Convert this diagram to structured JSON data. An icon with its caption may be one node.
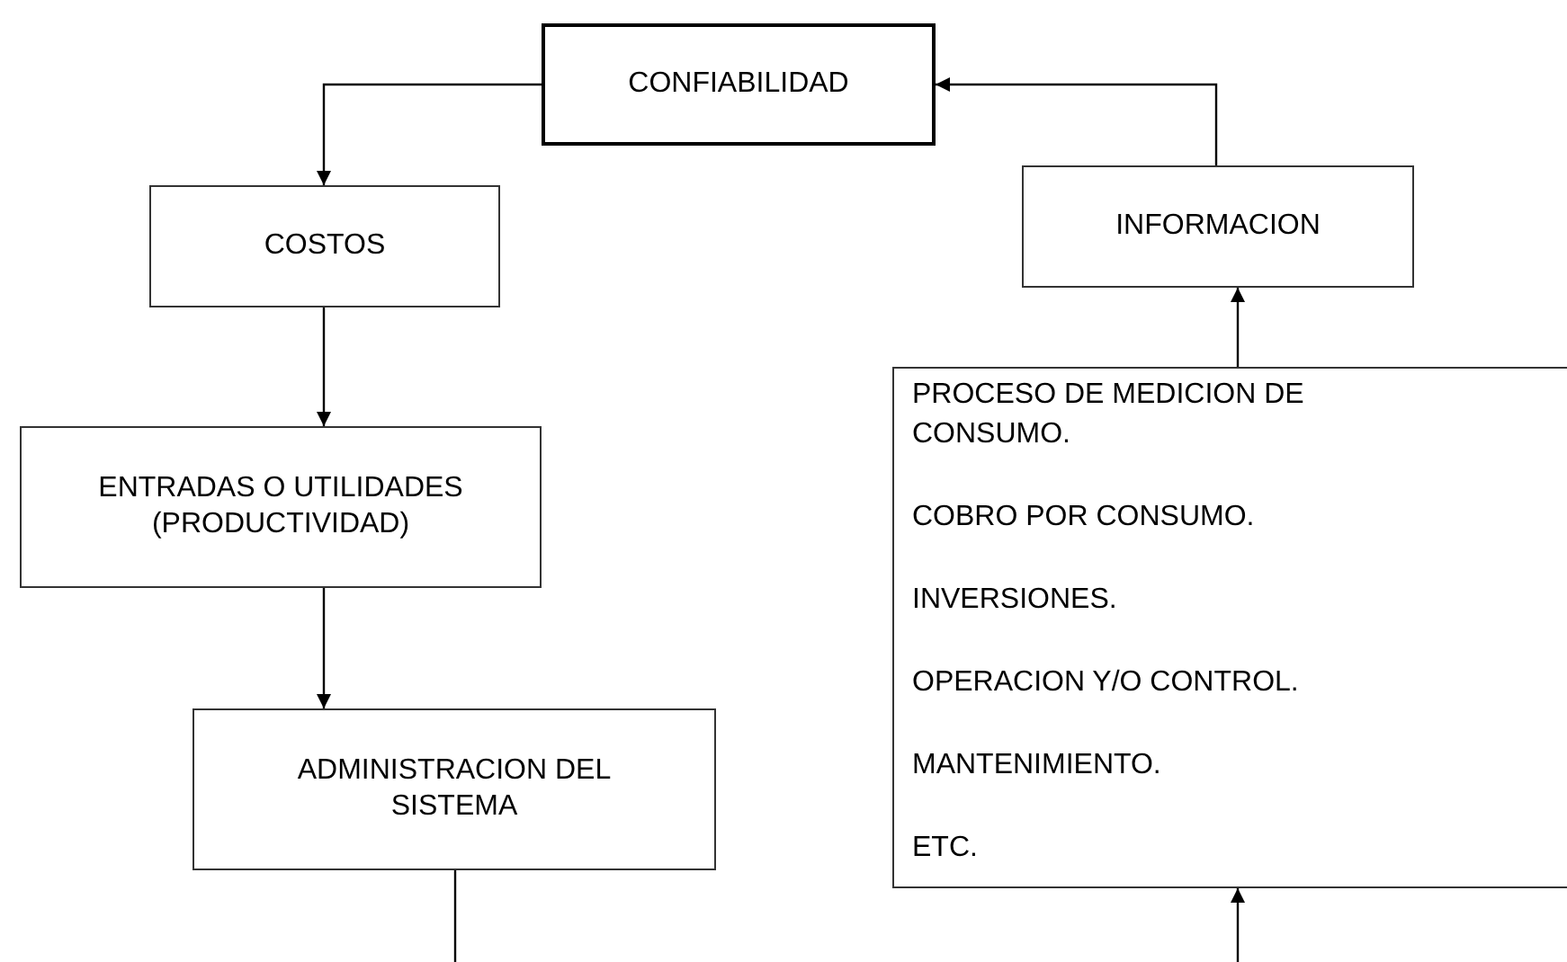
{
  "diagram": {
    "nodes": [
      {
        "text": [
          "CONFIABILIDAD"
        ]
      },
      {
        "text": [
          "COSTOS"
        ]
      },
      {
        "text": [
          "INFORMACION"
        ]
      },
      {
        "text": [
          "ENTRADAS O UTILIDADES (PRODUCTIVIDAD)"
        ]
      },
      {
        "text": [
          "ADMINISTRACION DEL SISTEMA"
        ]
      },
      {
        "text": [
          "PROCESO DE MEDICION DE CONSUMO.",
          "COBRO POR CONSUMO.",
          "INVERSIONES.",
          "OPERACION Y/O CONTROL.",
          "MANTENIMIENTO.",
          "ETC."
        ]
      }
    ],
    "edges": [
      {
        "from": 0,
        "to": 1,
        "arrow": "to"
      },
      {
        "from": 2,
        "to": 0,
        "arrow": "to"
      },
      {
        "from": 1,
        "to": 3,
        "arrow": "to"
      },
      {
        "from": 3,
        "to": 4,
        "arrow": "to"
      },
      {
        "from": 4,
        "to": null,
        "arrow": "none"
      },
      {
        "from": 5,
        "to": 2,
        "arrow": "to"
      },
      {
        "from": null,
        "to": 5,
        "arrow": "to"
      }
    ]
  }
}
